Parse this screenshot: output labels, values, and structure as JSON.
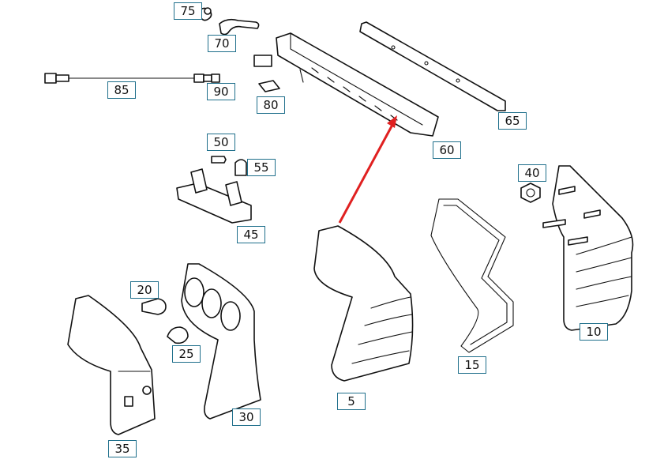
{
  "diagram": {
    "callout_color": "#1f6f8b",
    "arrow_color": "#e02020",
    "callouts": [
      {
        "id": "75",
        "label": "75"
      },
      {
        "id": "70",
        "label": "70"
      },
      {
        "id": "85",
        "label": "85"
      },
      {
        "id": "90",
        "label": "90"
      },
      {
        "id": "80",
        "label": "80"
      },
      {
        "id": "65",
        "label": "65"
      },
      {
        "id": "60",
        "label": "60"
      },
      {
        "id": "50",
        "label": "50"
      },
      {
        "id": "55",
        "label": "55"
      },
      {
        "id": "45",
        "label": "45"
      },
      {
        "id": "40",
        "label": "40"
      },
      {
        "id": "20",
        "label": "20"
      },
      {
        "id": "25",
        "label": "25"
      },
      {
        "id": "30",
        "label": "30"
      },
      {
        "id": "35",
        "label": "35"
      },
      {
        "id": "5",
        "label": "5"
      },
      {
        "id": "15",
        "label": "15"
      },
      {
        "id": "10",
        "label": "10"
      }
    ]
  }
}
